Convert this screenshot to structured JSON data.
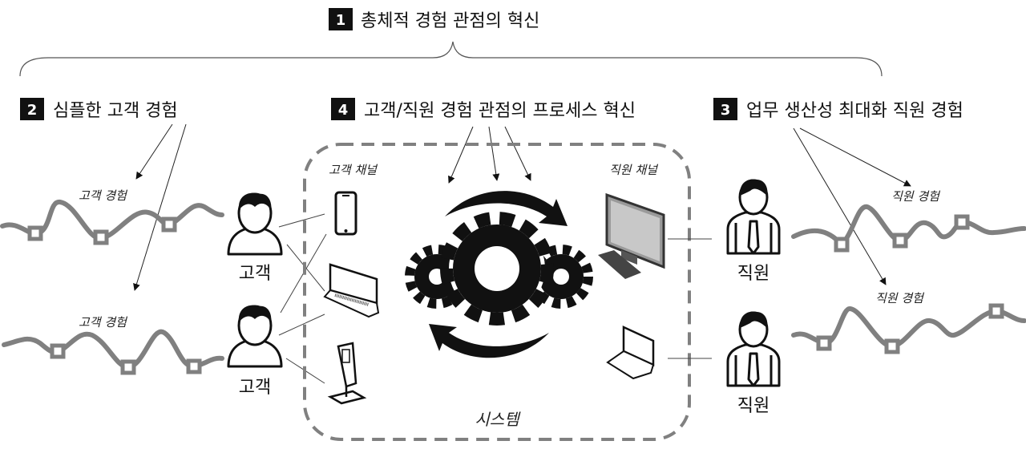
{
  "labels": {
    "top": {
      "number": "1",
      "text": "총체적 경험 관점의 혁신"
    },
    "customer": {
      "number": "2",
      "text": "심플한 고객 경험"
    },
    "process": {
      "number": "4",
      "text": "고객/직원 경험 관점의 프로세스 혁신"
    },
    "employee": {
      "number": "3",
      "text": "업무 생산성 최대화 직원 경험"
    }
  },
  "customer_experience_label": "고객 경험",
  "employee_experience_label": "직원 경험",
  "customer_channel": "고객 채널",
  "employee_channel": "직원 채널",
  "customer": "고객",
  "employee": "직원",
  "system": "시스템",
  "colors": {
    "accent": "#808080",
    "box": "#111111"
  }
}
